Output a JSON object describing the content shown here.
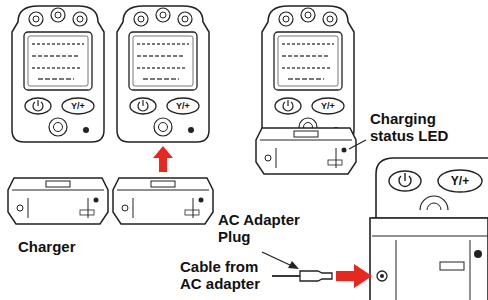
{
  "diagram": {
    "labels": [
      "Y/+",
      "Y/+",
      "Y/+",
      "Charging status LED",
      "Charger",
      "AC Adapter Plug",
      "Y/+",
      "Cable from AC adapter"
    ]
  }
}
